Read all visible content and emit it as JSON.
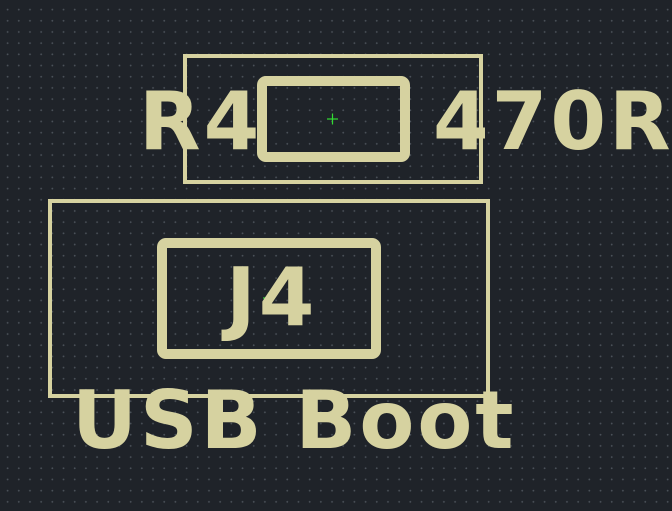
{
  "colors": {
    "background": "#1f2329",
    "grid_dot": "#4a5058",
    "silkscreen": "#d6d2a0",
    "anchor": "#33dd33"
  },
  "components": [
    {
      "reference": "R4",
      "value": "470R"
    },
    {
      "reference": "J4",
      "value": "USB Boot"
    }
  ]
}
